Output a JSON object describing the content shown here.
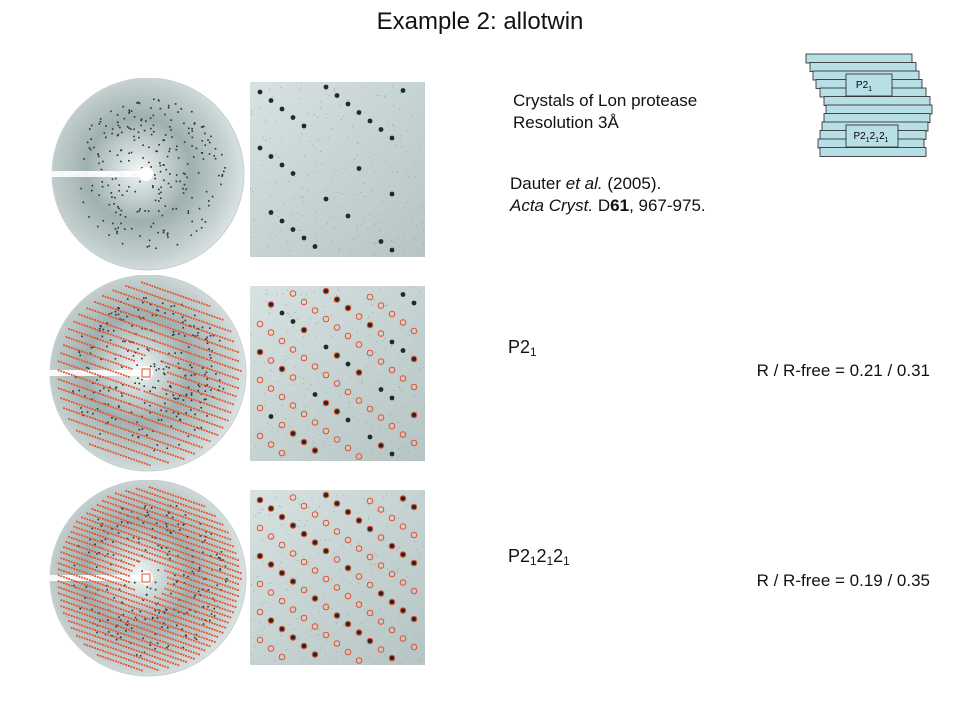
{
  "title": "Example 2: allotwin",
  "info": {
    "line1": "Crystals of Lon protease",
    "line2": "Resolution 3Å"
  },
  "citation": {
    "authors": "Dauter",
    "etal": "et al.",
    "year": "(2005).",
    "journal": "Acta Cryst.",
    "vol_prefix": "D",
    "volume": "61",
    "pages": ", 967-975."
  },
  "stack": {
    "label_top_main": "P2",
    "label_top_sub": "1",
    "label_bottom_main": "P2",
    "label_bottom_sub1": "1",
    "label_bottom_mid1": "2",
    "label_bottom_sub2": "1",
    "label_bottom_mid2": "2",
    "label_bottom_sub3": "1"
  },
  "rows": [
    {
      "sg_main": "P2",
      "sg_sub": "1",
      "r_text": "R / R-free = 0.21 / 0.31"
    },
    {
      "sg_main": "P2",
      "sg_sub1": "1",
      "sg_mid1": "2",
      "sg_sub2": "1",
      "sg_mid2": "2",
      "sg_sub3": "1",
      "r_text": "R / R-free = 0.19 / 0.35"
    }
  ],
  "colors": {
    "prediction": "#e8502a",
    "detector_gray": "#8a9a9a",
    "stack_fill": "#b9dfe6"
  }
}
